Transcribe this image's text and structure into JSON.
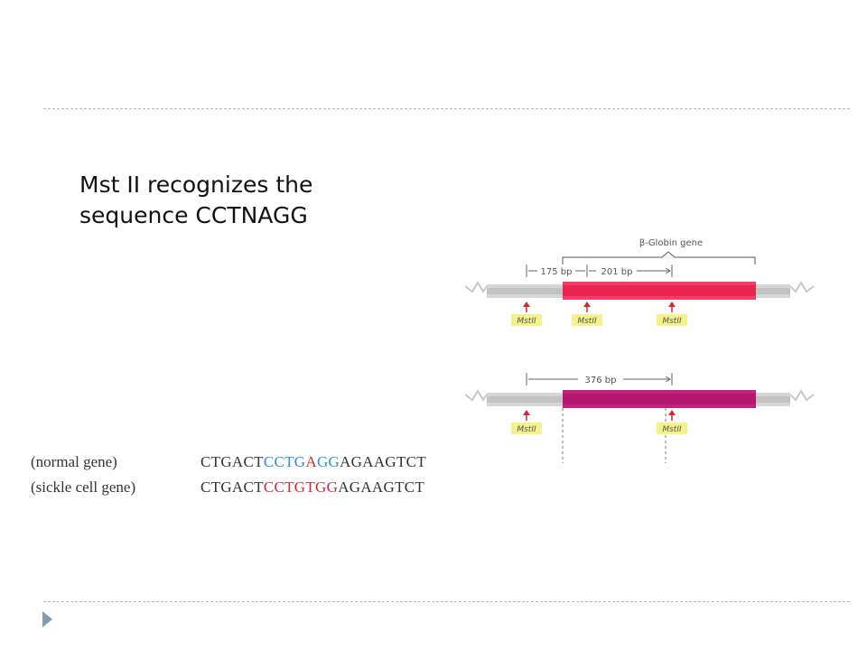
{
  "slide": {
    "text_lines": [
      "Mst II recognizes the",
      "sequence CCTNAGG"
    ]
  },
  "colors": {
    "background": "#ffffff",
    "rule": "#a9bac6",
    "bullet": "#7f9cb4",
    "normal_site": "#2f8fcf",
    "mutation": "#cc2a3a",
    "normal_gene_bar": "#ef3f64",
    "sickle_gene_bar": "#c0237c",
    "flank_bar": "#c8c8c8",
    "site_label_bg": "#f4f28a",
    "site_arrow": "#cc2a3a"
  },
  "sequences": [
    {
      "label": "(normal gene)",
      "segments": [
        {
          "text": "CTGACT",
          "color": "#333333"
        },
        {
          "text": "CCTG",
          "color": "#2f8fcf"
        },
        {
          "text": "A",
          "color": "#cc2a3a"
        },
        {
          "text": "GG",
          "color": "#2f8fcf"
        },
        {
          "text": "AGAAGTCT",
          "color": "#333333"
        }
      ]
    },
    {
      "label": "(sickle cell gene)",
      "segments": [
        {
          "text": "CTGACT",
          "color": "#333333"
        },
        {
          "text": "CCTG",
          "color": "#cc2a3a"
        },
        {
          "text": "T",
          "color": "#cc2a3a"
        },
        {
          "text": "GG",
          "color": "#cc2a3a"
        },
        {
          "text": "AGAAGTCT",
          "color": "#333333"
        }
      ]
    }
  ],
  "diagram": {
    "gene_label": "β-Globin gene",
    "normal": {
      "fragments": [
        "175 bp",
        "201 bp"
      ],
      "sites": [
        "MstII",
        "MstII",
        "MstII"
      ]
    },
    "sickle": {
      "fragments": [
        "376 bp"
      ],
      "sites": [
        "MstII",
        "MstII"
      ]
    }
  }
}
